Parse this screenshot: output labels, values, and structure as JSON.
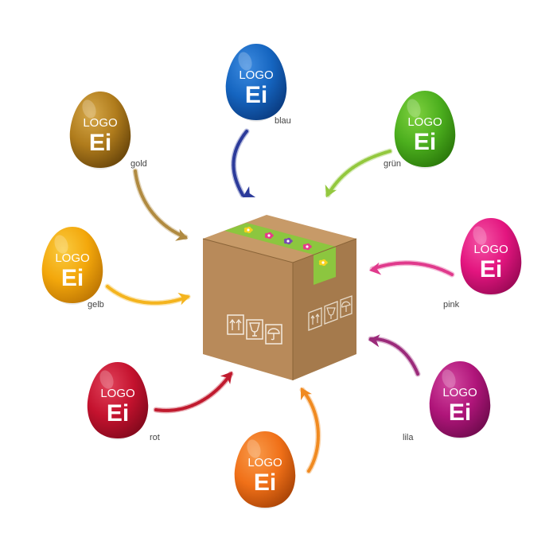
{
  "egg_logo_text": "LOGO",
  "egg_main_text": "Ei",
  "eggs": [
    {
      "label": "blau",
      "color": "#1565c0",
      "light": "#3d8be0",
      "dark": "#0b3f86"
    },
    {
      "label": "grün",
      "color": "#4caf1e",
      "light": "#7fd13f",
      "dark": "#2d7d0c"
    },
    {
      "label": "pink",
      "color": "#e3157f",
      "light": "#f455a5",
      "dark": "#a10a59"
    },
    {
      "label": "lila",
      "color": "#b0157a",
      "light": "#d24aa0",
      "dark": "#760c52"
    },
    {
      "label": "",
      "color": "#f07018",
      "light": "#f89a4a",
      "dark": "#b04808"
    },
    {
      "label": "rot",
      "color": "#c4122e",
      "light": "#e0425a",
      "dark": "#880a1e"
    },
    {
      "label": "gelb",
      "color": "#f3a70b",
      "light": "#f9cb40",
      "dark": "#c27a04"
    },
    {
      "label": "gold",
      "color": "#b07c1c",
      "light": "#d6a84a",
      "dark": "#6f4a0c"
    }
  ],
  "box": {
    "kraft_front": "#b88a5a",
    "kraft_side": "#a57a4c",
    "kraft_top": "#c79a68",
    "tape_color": "#8cc63f",
    "flower_colors": [
      "#f5d21e",
      "#e63b8a",
      "#7a4ab0",
      "#e63b8a",
      "#f5d21e"
    ],
    "handling_icons": [
      "this-side-up-icon",
      "fragile-glass-icon",
      "keep-dry-umbrella-icon"
    ]
  }
}
